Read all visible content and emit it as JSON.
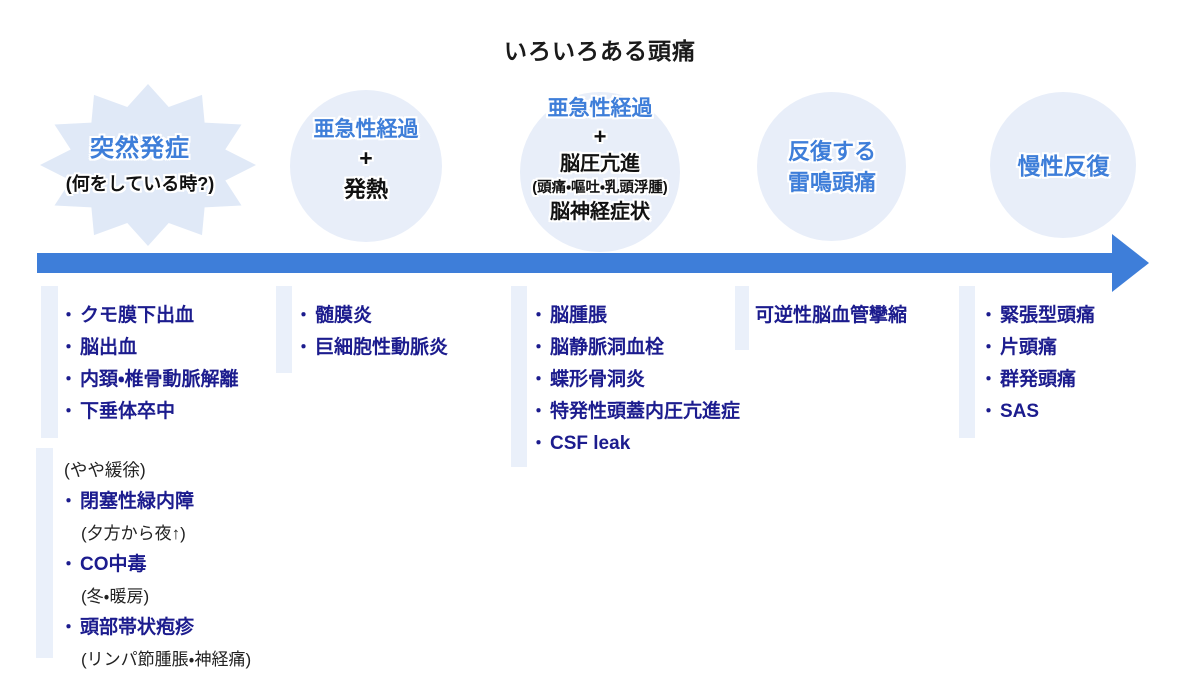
{
  "title": "いろいろある頭痛",
  "bullet": "・",
  "colors": {
    "accent": "#3e7ed9",
    "navy": "#1c1c8e",
    "shape": "#e8eef9",
    "star": "#e0e9f7",
    "strip": "#eaf0fa",
    "ink": "#1a1a1a"
  },
  "stages": [
    {
      "title": "突然発症",
      "subtitle": "(何をしている時?)"
    },
    {
      "title": "亜急性経過",
      "plus": "+",
      "line1": "発熱"
    },
    {
      "title": "亜急性経過",
      "plus": "+",
      "line1": "脳圧亢進",
      "line2": "(頭痛・嘔吐・乳頭浮腫)",
      "line3": "脳神経症状"
    },
    {
      "title1": "反復する",
      "title2": "雷鳴頭痛"
    },
    {
      "title": "慢性反復"
    }
  ],
  "lists": {
    "sudden": [
      "クモ膜下出血",
      "脳出血",
      "内頚・椎骨動脈解離",
      "下垂体卒中"
    ],
    "gradual_label": "(やや緩徐)",
    "gradual": [
      {
        "item": "閉塞性緑内障",
        "note": "(夕方から夜↑)"
      },
      {
        "item": "CO中毒",
        "note": "(冬・暖房)"
      },
      {
        "item": "頭部帯状疱疹",
        "note": "(リンパ節腫脹・神経痛)"
      }
    ],
    "subacute_fever": [
      "髄膜炎",
      "巨細胞性動脈炎"
    ],
    "subacute_icp": [
      "脳腫脹",
      "脳静脈洞血栓",
      "蝶形骨洞炎",
      "特発性頭蓋内圧亢進症",
      "CSF leak"
    ],
    "thunderclap": [
      "可逆性脳血管攣縮"
    ],
    "chronic": [
      "緊張型頭痛",
      "片頭痛",
      "群発頭痛",
      "SAS"
    ]
  }
}
